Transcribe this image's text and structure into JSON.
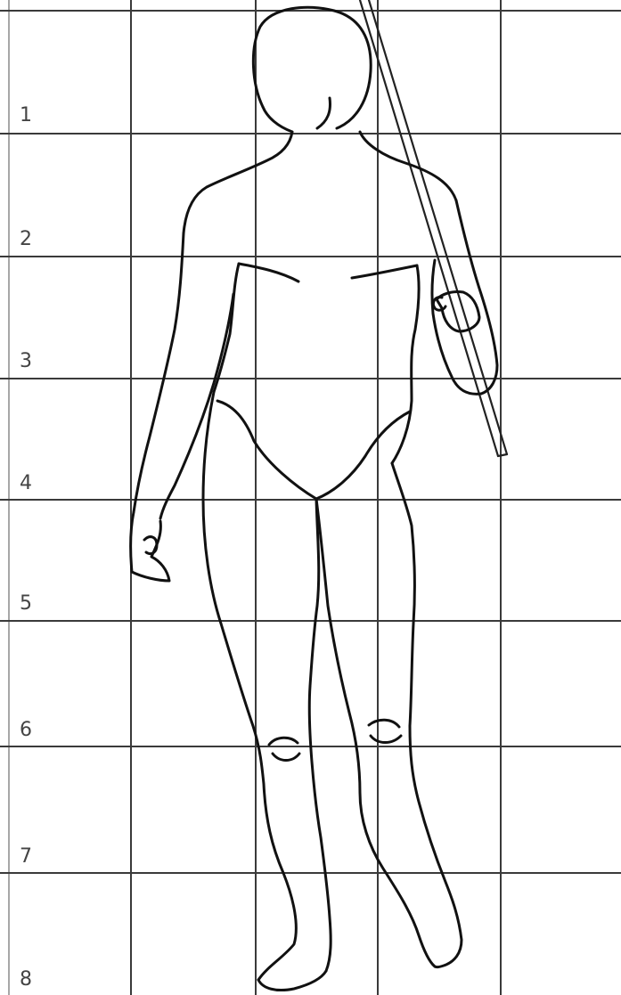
{
  "figure": {
    "row_labels": [
      "1",
      "2",
      "3",
      "4",
      "5",
      "6",
      "7",
      "8"
    ]
  }
}
